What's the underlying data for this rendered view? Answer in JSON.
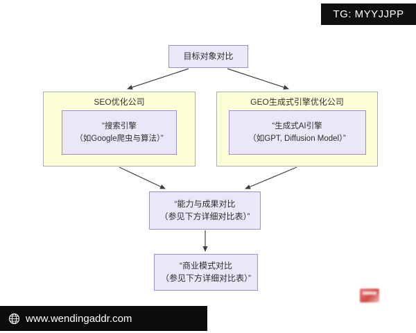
{
  "header": {
    "tg_label": "TG: MYYJJPP"
  },
  "footer": {
    "website": "www.wendingaddr.com"
  },
  "colors": {
    "node_fill": "#ECE7F8",
    "node_border": "#9C8FD0",
    "group_fill": "#FEFFD8",
    "group_border": "#ABABAB",
    "arrow": "#3F3F3F",
    "overlay_bg": "#0B0B0B",
    "watermark_red": "#C9302C"
  },
  "flowchart": {
    "root": {
      "label": "目标对象对比"
    },
    "seo": {
      "title": "SEO优化公司",
      "line1": "“搜索引擎",
      "line2": "（如Google爬虫与算法）”"
    },
    "geo": {
      "title": "GEO生成式引擎优化公司",
      "line1": "“生成式AI引擎",
      "line2": "（如GPT, Diffusion Model）”"
    },
    "capability": {
      "line1": "“能力与成果对比",
      "line2": "（参见下方详细对比表）”"
    },
    "business": {
      "line1": "“商业模式对比",
      "line2": "（参见下方详细对比表）”"
    }
  }
}
